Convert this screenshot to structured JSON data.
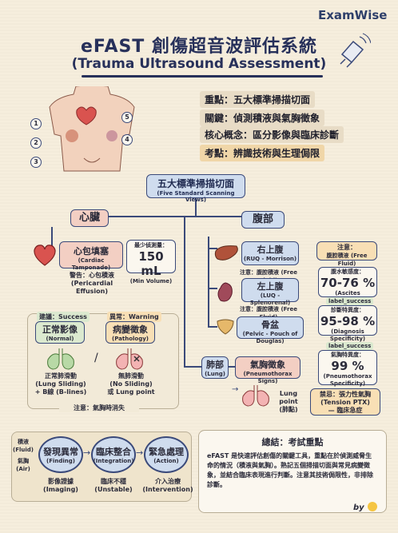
{
  "brand": "ExamWise",
  "title_main": "eFAST 創傷超音波評估系統",
  "title_sub": "(Trauma Ultrasound Assessment)",
  "key_points": [
    "重點：五大標準掃描切面",
    "關鍵：偵測積液與氣胸徵象",
    "核心概念：區分影像與臨床診斷",
    "考點：辨識技術與生理侷限"
  ],
  "body_numbers": [
    "1",
    "2",
    "3",
    "4",
    "5"
  ],
  "central": {
    "label": "五大標準掃描切面",
    "sub": "(Five Standard Scanning Views)"
  },
  "heart": {
    "header": "心臟",
    "tamponade": {
      "label": "心包填塞",
      "sub": "(Cardiac Tamponade)"
    },
    "min_volume": {
      "label": "最少偵測量：",
      "value": "150 mL",
      "sub": "(Min Volume)"
    },
    "warning": "警告：心包積液",
    "warning_sub": "(Pericardial Effusion)"
  },
  "normal": {
    "tag": "建議：Success",
    "label": "正常影像",
    "sub": "(Normal)",
    "desc1": "正常肺滑動",
    "desc2": "(Lung Sliding)",
    "desc3": "+ B線 (B-lines)"
  },
  "pathology": {
    "tag": "異常：Warning",
    "label": "病變徵象",
    "sub": "(Pathology)",
    "desc1": "無肺滑動",
    "desc2": "(No Sliding)",
    "desc3": "或 Lung point"
  },
  "lung_note": "注意：氣胸時消失",
  "abdomen": {
    "header": "腹部",
    "ruq": {
      "label": "右上腹",
      "sub": "(RUQ - Morrison)",
      "note": "注意：",
      "note2": "腹腔積液 (Free Fluid)"
    },
    "ruq_note": "注意：腹腔積液 (Free Fluid)",
    "luq": {
      "label": "左上腹",
      "sub": "(LUQ - Splenorenal)"
    },
    "luq_note": "注意：腹腔積液 (Free Fluid)",
    "pelvis": {
      "label": "骨盆",
      "sub": "(Pelvic - Pouch of Douglas)"
    },
    "sensitivity": {
      "label": "腹水敏感度：",
      "value": "70-76 %",
      "sub": "(Ascites Sensitivity)"
    },
    "specificity_tag": "label_success",
    "specificity": {
      "label": "診斷特異度：",
      "value": "95-98 %",
      "sub": "(Diagnosis Specificity)"
    }
  },
  "lung": {
    "header": "肺部",
    "header_sub": "(Lung)",
    "ptx": {
      "label": "氣胸徵象",
      "sub": "(Pneumothorax Signs)"
    },
    "tag": "label_success",
    "ptx_spec": {
      "label": "氣胸特異度：",
      "value": "99 %",
      "sub1": "(Pneumothorax",
      "sub2": "Specificity)"
    },
    "lung_point": "Lung point",
    "lung_point_sub": "(肺點)",
    "tension": "禁忌：張力性氣胸",
    "tension_sub": "(Tension PTX)",
    "tension_sub2": "— 臨床急症"
  },
  "flow": {
    "side": [
      "積液",
      "(Fluid)",
      "氣胸",
      "(Air)"
    ],
    "steps": [
      {
        "label": "發現異常",
        "sub": "(Finding)",
        "below": "影像證據",
        "below_sub": "(Imaging)"
      },
      {
        "label": "臨床整合",
        "sub": "(Integration)",
        "below": "臨床不穩",
        "below_sub": "(Unstable)"
      },
      {
        "label": "緊急處理",
        "sub": "(Action)",
        "below": "介入治療",
        "below_sub": "(Intervention)"
      }
    ]
  },
  "summary": {
    "title": "總結：考試重點",
    "text": "eFAST 是快速評估創傷的關鍵工具，重點在於偵測威脅生命的情況（積液與氣胸）。熟記五個掃描切面與常見病變徵象，並結合臨床表現進行判斷。注意其技術侷限性，非排除診斷。"
  },
  "by": "by",
  "colors": {
    "navy": "#27305a",
    "blue": "#cfdcee",
    "pink": "#f3cfc3",
    "cream": "#f6eedd"
  }
}
